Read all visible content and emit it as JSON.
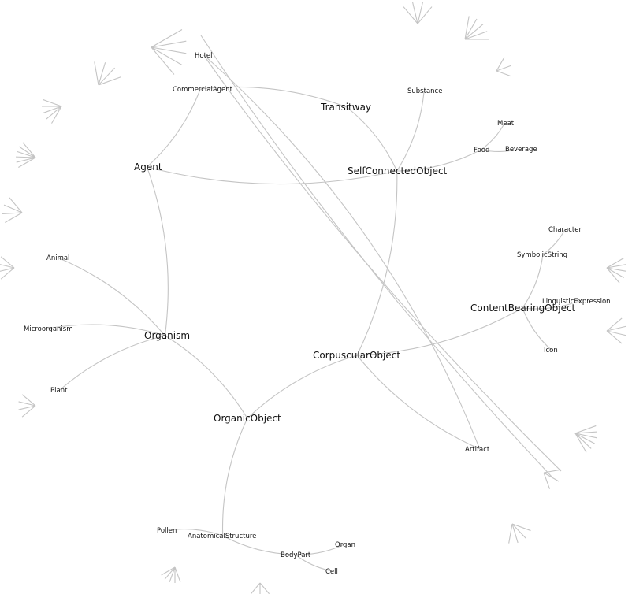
{
  "diagram": {
    "type": "hyperbolic-tree",
    "colors": {
      "edge": "#c4c4c4",
      "label": "#111111",
      "background": "#ffffff"
    },
    "nodes": [
      {
        "id": "Hotel",
        "label": "Hotel"
      },
      {
        "id": "CommercialAgent",
        "label": "CommercialAgent"
      },
      {
        "id": "Transitway",
        "label": "Transitway"
      },
      {
        "id": "Agent",
        "label": "Agent"
      },
      {
        "id": "Substance",
        "label": "Substance"
      },
      {
        "id": "Meat",
        "label": "Meat"
      },
      {
        "id": "Food",
        "label": "Food"
      },
      {
        "id": "Beverage",
        "label": "Beverage"
      },
      {
        "id": "SelfConnectedObject",
        "label": "SelfConnectedObject"
      },
      {
        "id": "Character",
        "label": "Character"
      },
      {
        "id": "SymbolicString",
        "label": "SymbolicString"
      },
      {
        "id": "Animal",
        "label": "Animal"
      },
      {
        "id": "LinguisticExpression",
        "label": "LinguisticExpression"
      },
      {
        "id": "ContentBearingObject",
        "label": "ContentBearingObject"
      },
      {
        "id": "Microorganism",
        "label": "Microorganism"
      },
      {
        "id": "Organism",
        "label": "Organism"
      },
      {
        "id": "Icon",
        "label": "Icon"
      },
      {
        "id": "CorpuscularObject",
        "label": "CorpuscularObject"
      },
      {
        "id": "Plant",
        "label": "Plant"
      },
      {
        "id": "OrganicObject",
        "label": "OrganicObject"
      },
      {
        "id": "Artifact",
        "label": "Artifact"
      },
      {
        "id": "Pollen",
        "label": "Pollen"
      },
      {
        "id": "AnatomicalStructure",
        "label": "AnatomicalStructure"
      },
      {
        "id": "Organ",
        "label": "Organ"
      },
      {
        "id": "BodyPart",
        "label": "BodyPart"
      },
      {
        "id": "Cell",
        "label": "Cell"
      }
    ],
    "edges": [
      [
        "CorpuscularObject",
        "SelfConnectedObject"
      ],
      [
        "CorpuscularObject",
        "OrganicObject"
      ],
      [
        "CorpuscularObject",
        "ContentBearingObject"
      ],
      [
        "CorpuscularObject",
        "Artifact"
      ],
      [
        "OrganicObject",
        "Organism"
      ],
      [
        "OrganicObject",
        "AnatomicalStructure"
      ],
      [
        "Organism",
        "Animal"
      ],
      [
        "Organism",
        "Microorganism"
      ],
      [
        "Organism",
        "Plant"
      ],
      [
        "Organism",
        "Agent"
      ],
      [
        "Agent",
        "CommercialAgent"
      ],
      [
        "Agent",
        "SelfConnectedObject"
      ],
      [
        "SelfConnectedObject",
        "Substance"
      ],
      [
        "SelfConnectedObject",
        "Food"
      ],
      [
        "SelfConnectedObject",
        "Transitway"
      ],
      [
        "Food",
        "Meat"
      ],
      [
        "Food",
        "Beverage"
      ],
      [
        "Transitway",
        "CommercialAgent"
      ],
      [
        "ContentBearingObject",
        "SymbolicString"
      ],
      [
        "ContentBearingObject",
        "LinguisticExpression"
      ],
      [
        "ContentBearingObject",
        "Icon"
      ],
      [
        "SymbolicString",
        "Character"
      ],
      [
        "AnatomicalStructure",
        "Pollen"
      ],
      [
        "AnatomicalStructure",
        "BodyPart"
      ],
      [
        "BodyPart",
        "Organ"
      ],
      [
        "BodyPart",
        "Cell"
      ],
      [
        "Artifact",
        "Hotel"
      ]
    ]
  }
}
